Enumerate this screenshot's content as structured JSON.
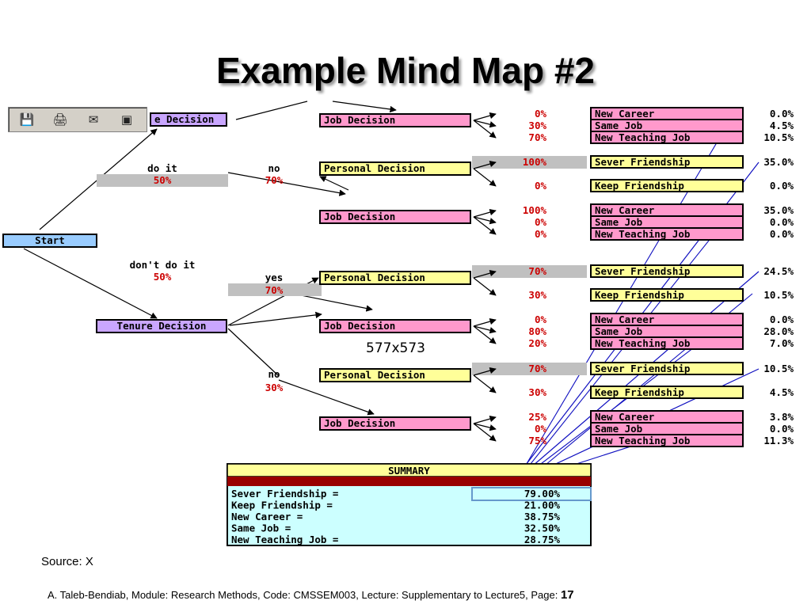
{
  "title": "Example Mind Map #2",
  "toolbar": {
    "icons": [
      "floppy-icon",
      "printer-icon",
      "mail-icon",
      "image-icon"
    ]
  },
  "size_label": "577x573",
  "colors": {
    "purple": "#c9a6ff",
    "blue": "#99ccff",
    "yellow": "#ffff99",
    "pink": "#ff99cc",
    "red_pct": "#cc0000",
    "summary_bg": "#ccffff",
    "summary_bar": "#990000",
    "grey": "#c0c0c0"
  },
  "nodes": {
    "start": "Start",
    "top_decision": "e Decision",
    "tenure_decision": "Tenure Decision",
    "job_decision": "Job Decision",
    "personal_decision": "Personal Decision"
  },
  "branches": {
    "do_it": {
      "label": "do it",
      "pct": "50%"
    },
    "do_it_no": {
      "label": "no",
      "pct": "70%"
    },
    "dont_do_it": {
      "label": "don't do it",
      "pct": "50%"
    },
    "yes": {
      "label": "yes",
      "pct": "70%"
    },
    "no": {
      "label": "no",
      "pct": "30%"
    }
  },
  "outcomes": [
    {
      "pct": "0%",
      "label": "New Career",
      "value": "0.0%"
    },
    {
      "pct": "30%",
      "label": "Same Job",
      "value": "4.5%"
    },
    {
      "pct": "70%",
      "label": "New Teaching Job",
      "value": "10.5%"
    },
    {
      "pct": "100%",
      "label": "Sever Friendship",
      "value": "35.0%"
    },
    {
      "pct": "0%",
      "label": "Keep Friendship",
      "value": "0.0%"
    },
    {
      "pct": "100%",
      "label": "New Career",
      "value": "35.0%"
    },
    {
      "pct": "0%",
      "label": "Same Job",
      "value": "0.0%"
    },
    {
      "pct": "0%",
      "label": "New Teaching Job",
      "value": "0.0%"
    },
    {
      "pct": "70%",
      "label": "Sever Friendship",
      "value": "24.5%"
    },
    {
      "pct": "30%",
      "label": "Keep Friendship",
      "value": "10.5%"
    },
    {
      "pct": "0%",
      "label": "New Career",
      "value": "0.0%"
    },
    {
      "pct": "80%",
      "label": "Same Job",
      "value": "28.0%"
    },
    {
      "pct": "20%",
      "label": "New Teaching Job",
      "value": "7.0%"
    },
    {
      "pct": "70%",
      "label": "Sever Friendship",
      "value": "10.5%"
    },
    {
      "pct": "30%",
      "label": "Keep Friendship",
      "value": "4.5%"
    },
    {
      "pct": "25%",
      "label": "New Career",
      "value": "3.8%"
    },
    {
      "pct": "0%",
      "label": "Same Job",
      "value": "0.0%"
    },
    {
      "pct": "75%",
      "label": "New Teaching Job",
      "value": "11.3%"
    }
  ],
  "summary": {
    "title": "SUMMARY",
    "rows": [
      {
        "label": "Sever Friendship =",
        "value": "79.00%"
      },
      {
        "label": "Keep Friendship =",
        "value": "21.00%"
      },
      {
        "label": "New Career =",
        "value": "38.75%"
      },
      {
        "label": "Same Job =",
        "value": "32.50%"
      },
      {
        "label": "New Teaching Job =",
        "value": "28.75%"
      }
    ]
  },
  "source": "Source: X",
  "footer": {
    "text": "A. Taleb-Bendiab, Module: Research Methods, Code: CMSSEM003, Lecture: Supplementary to Lecture5, Page: ",
    "page": "17"
  }
}
